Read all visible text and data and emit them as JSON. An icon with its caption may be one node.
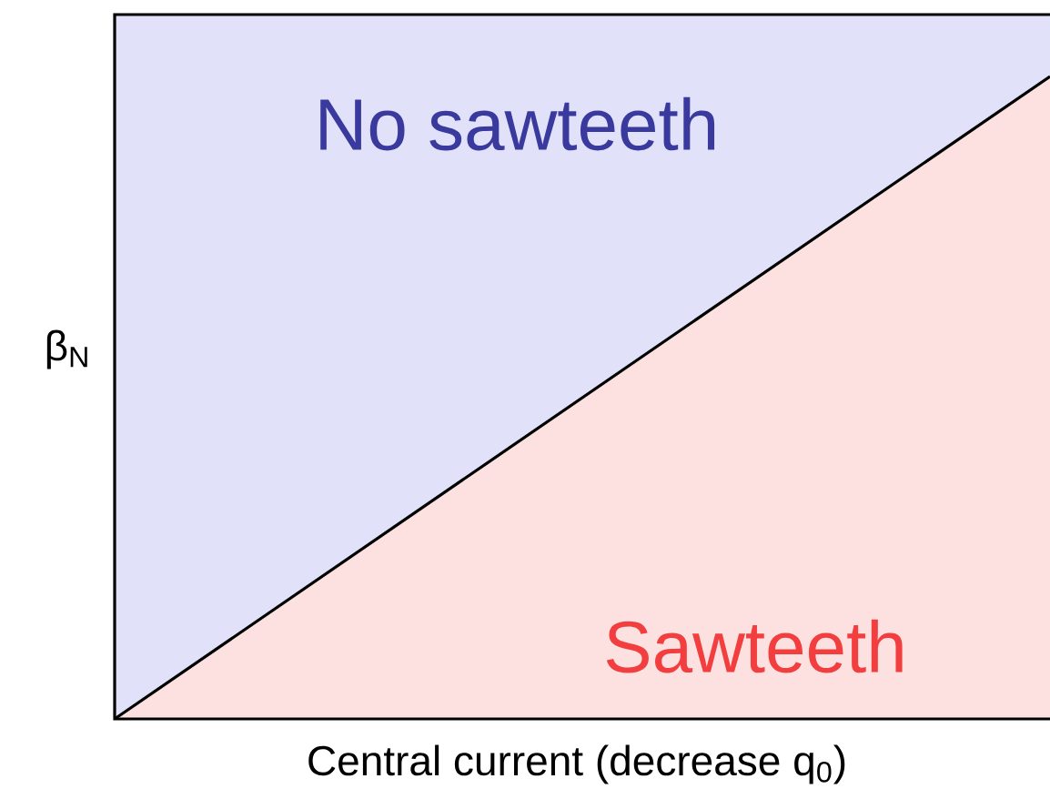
{
  "diagram": {
    "nodes": [
      {
        "text": [
          "No sawteeth"
        ]
      },
      {
        "text": [
          "Sawteeth"
        ]
      }
    ],
    "labels": [
      "β$_{N}$",
      "Central current (decrease q$_{0}$)"
    ]
  }
}
